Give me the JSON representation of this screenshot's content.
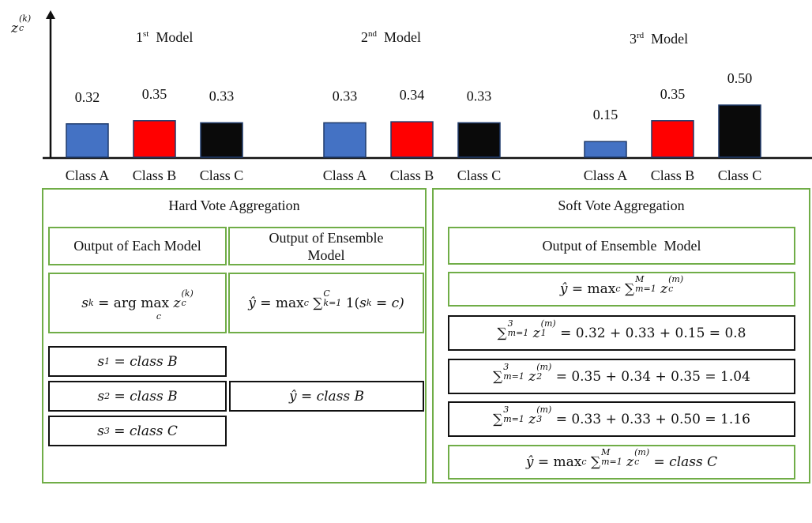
{
  "chart_data": {
    "type": "bar",
    "ylabel": "z",
    "ylabel_sub": "c",
    "ylabel_sup": "(k)",
    "ylim": [
      0,
      1
    ],
    "categories": [
      "Class A",
      "Class B",
      "Class C"
    ],
    "series": [
      {
        "name": "1st Model",
        "name_num": "1",
        "name_ord": "st",
        "name_rest": "Model",
        "values": [
          0.32,
          0.35,
          0.33
        ],
        "labels": [
          "0.32",
          "0.35",
          "0.33"
        ]
      },
      {
        "name": "2nd Model",
        "name_num": "2",
        "name_ord": "nd",
        "name_rest": "Model",
        "values": [
          0.33,
          0.34,
          0.33
        ],
        "labels": [
          "0.33",
          "0.34",
          "0.33"
        ]
      },
      {
        "name": "3rd Model",
        "name_num": "3",
        "name_ord": "rd",
        "name_rest": "Model",
        "values": [
          0.15,
          0.35,
          0.5
        ],
        "labels": [
          "0.15",
          "0.35",
          "0.50"
        ]
      }
    ],
    "colors": [
      "#4472c4",
      "#ff0000",
      "#0a0a0a"
    ],
    "grid": false
  },
  "hard_vote": {
    "title": "Hard Vote Aggregation",
    "col1_header": "Output of Each Model",
    "col2_header": "Output of Ensemble Model",
    "rule_left": {
      "lhs": "s",
      "lhs_sub": "k",
      "eq": "= arg max",
      "under": "c",
      "z": "z",
      "z_sub": "c",
      "z_sup": "(k)"
    },
    "rule_right": {
      "lhs": "ŷ",
      "eq": "= max",
      "max_sub": "c",
      "sum": "∑",
      "sum_sub": "k=1",
      "sum_sup": "C",
      "body": "1(",
      "s": "s",
      "s_sub": "k",
      "tail": "= c)"
    },
    "model_outputs": [
      {
        "var": "s",
        "sub": "1",
        "rhs": "= class B"
      },
      {
        "var": "s",
        "sub": "2",
        "rhs": "= class B"
      },
      {
        "var": "s",
        "sub": "3",
        "rhs": "= class C"
      }
    ],
    "result": {
      "var": "ŷ",
      "rhs": "= class B"
    }
  },
  "soft_vote": {
    "title": "Soft Vote Aggregation",
    "header": "Output of Ensemble  Model",
    "rule": {
      "lhs": "ŷ",
      "eq": "= max",
      "max_sub": "c",
      "sum": "∑",
      "sum_sub": "m=1",
      "sum_sup": "M",
      "z": "z",
      "z_sub": "c",
      "z_sup": "(m)"
    },
    "sums": [
      {
        "sum": "∑",
        "sum_sub": "m=1",
        "sum_sup": "3",
        "z": "z",
        "z_sub": "1",
        "z_sup": "(m)",
        "rhs": "= 0.32 + 0.33 + 0.15 = 0.8"
      },
      {
        "sum": "∑",
        "sum_sub": "m=1",
        "sum_sup": "3",
        "z": "z",
        "z_sub": "2",
        "z_sup": "(m)",
        "rhs": "= 0.35 + 0.34 + 0.35 = 1.04"
      },
      {
        "sum": "∑",
        "sum_sub": "m=1",
        "sum_sup": "3",
        "z": "z",
        "z_sub": "3",
        "z_sup": "(m)",
        "rhs": "= 0.33 + 0.33 + 0.50 = 1.16"
      }
    ],
    "result": {
      "lhs": "ŷ",
      "eq": "= max",
      "max_sub": "c",
      "sum": "∑",
      "sum_sub": "m=1",
      "sum_sup": "M",
      "z": "z",
      "z_sub": "c",
      "z_sup": "(m)",
      "rhs": "= class C"
    }
  }
}
